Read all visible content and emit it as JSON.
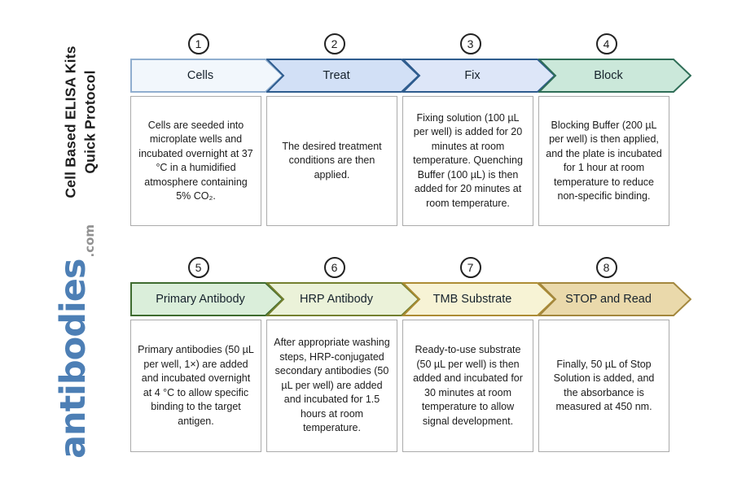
{
  "colors": {
    "logo": "#4d7fb5",
    "tld": "#929292",
    "box_border": "#ababab"
  },
  "sidebar": {
    "title_line1": "Cell Based ELISA Kits",
    "title_line2": "Quick Protocol",
    "logo_text": "antibodies",
    "logo_tld": ".com"
  },
  "steps": [
    {
      "number": "1",
      "label": "Cells",
      "fill": "#f2f7fc",
      "stroke": "#90aecf",
      "description": "Cells are seeded into microplate wells and incubated overnight at 37 °C in a humidified atmosphere containing 5% CO₂."
    },
    {
      "number": "2",
      "label": "Treat",
      "fill": "#d2e0f6",
      "stroke": "#2e5c8e",
      "description": "The desired treatment conditions are then applied."
    },
    {
      "number": "3",
      "label": "Fix",
      "fill": "#dde6f8",
      "stroke": "#2e5c8e",
      "description": "Fixing solution (100 µL per well) is added for 20 minutes at room temperature. Quenching Buffer (100 µL) is then added for 20 minutes at room temperature."
    },
    {
      "number": "4",
      "label": "Block",
      "fill": "#cbe8da",
      "stroke": "#2f6e57",
      "description": "Blocking Buffer (200 µL per well) is then applied, and the plate is incubated for 1 hour at room temperature to reduce non-specific binding."
    },
    {
      "number": "5",
      "label": "Primary Antibody",
      "fill": "#daeeda",
      "stroke": "#3e6b2f",
      "description": "Primary antibodies (50 µL per well, 1×) are added and incubated overnight at 4 °C to allow specific binding to the target antigen."
    },
    {
      "number": "6",
      "label": "HRP Antibody",
      "fill": "#ebf2d9",
      "stroke": "#74802f",
      "description": "After appropriate washing steps, HRP-conjugated secondary antibodies (50 µL per well) are added and incubated for 1.5 hours at room temperature."
    },
    {
      "number": "7",
      "label": "TMB Substrate",
      "fill": "#f7f3d5",
      "stroke": "#ad8c34",
      "description": "Ready-to-use substrate (50 µL per well) is then added and incubated for 30 minutes at room temperature to allow signal development."
    },
    {
      "number": "8",
      "label": "STOP and Read",
      "fill": "#ead9ab",
      "stroke": "#a3873d",
      "description": "Finally, 50 µL of Stop Solution is added, and the absorbance is measured at 450 nm."
    }
  ]
}
